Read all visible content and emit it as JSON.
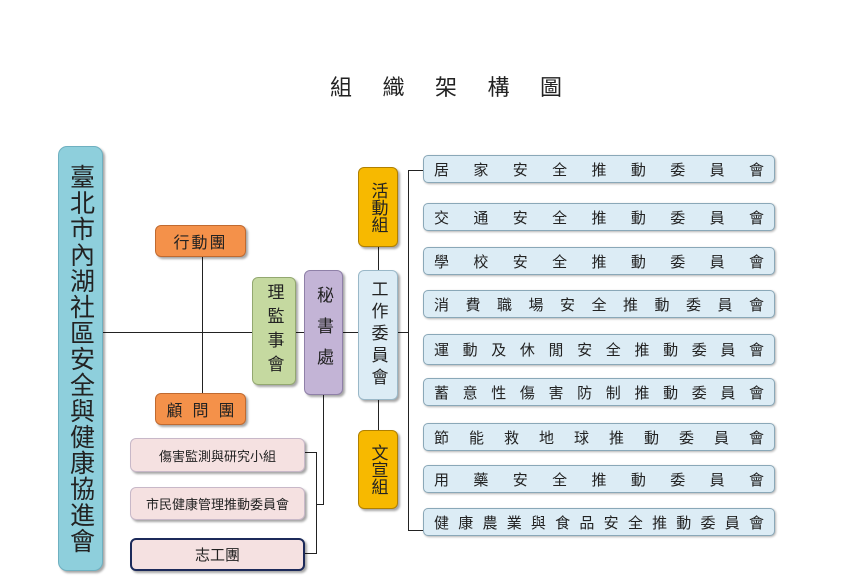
{
  "title": "組織架構圖",
  "organization": "臺北市內湖社區安全與健康協進會",
  "action_team": "行動團",
  "advisory_team": "顧問團",
  "board": "理監事會",
  "secretariat": "秘書處",
  "work_committee": "工作委員會",
  "activity_group": "活動組",
  "publicity_group": "文宣組",
  "secretariat_units": [
    "傷害監測與研究小組",
    "市民健康管理推動委員會",
    "志工團"
  ],
  "committees": [
    "居家安全推動委員會",
    "交通安全推動委員會",
    "學校安全推動委員會",
    "消費職場安全推動委員會",
    "運動及休閒安全推動委員會",
    "蓄意性傷害防制推動委員會",
    "節能救地球推動委員會",
    "用藥安全推動委員會",
    "健康農業與食品安全推動委員會"
  ],
  "colors": {
    "organization": "#8ecfdc",
    "orange": "#f4914a",
    "green": "#c5d9a0",
    "purple": "#c3b4d6",
    "light_blue": "#dcecf5",
    "yellow": "#f7b900",
    "pink": "#f5e1e1"
  }
}
